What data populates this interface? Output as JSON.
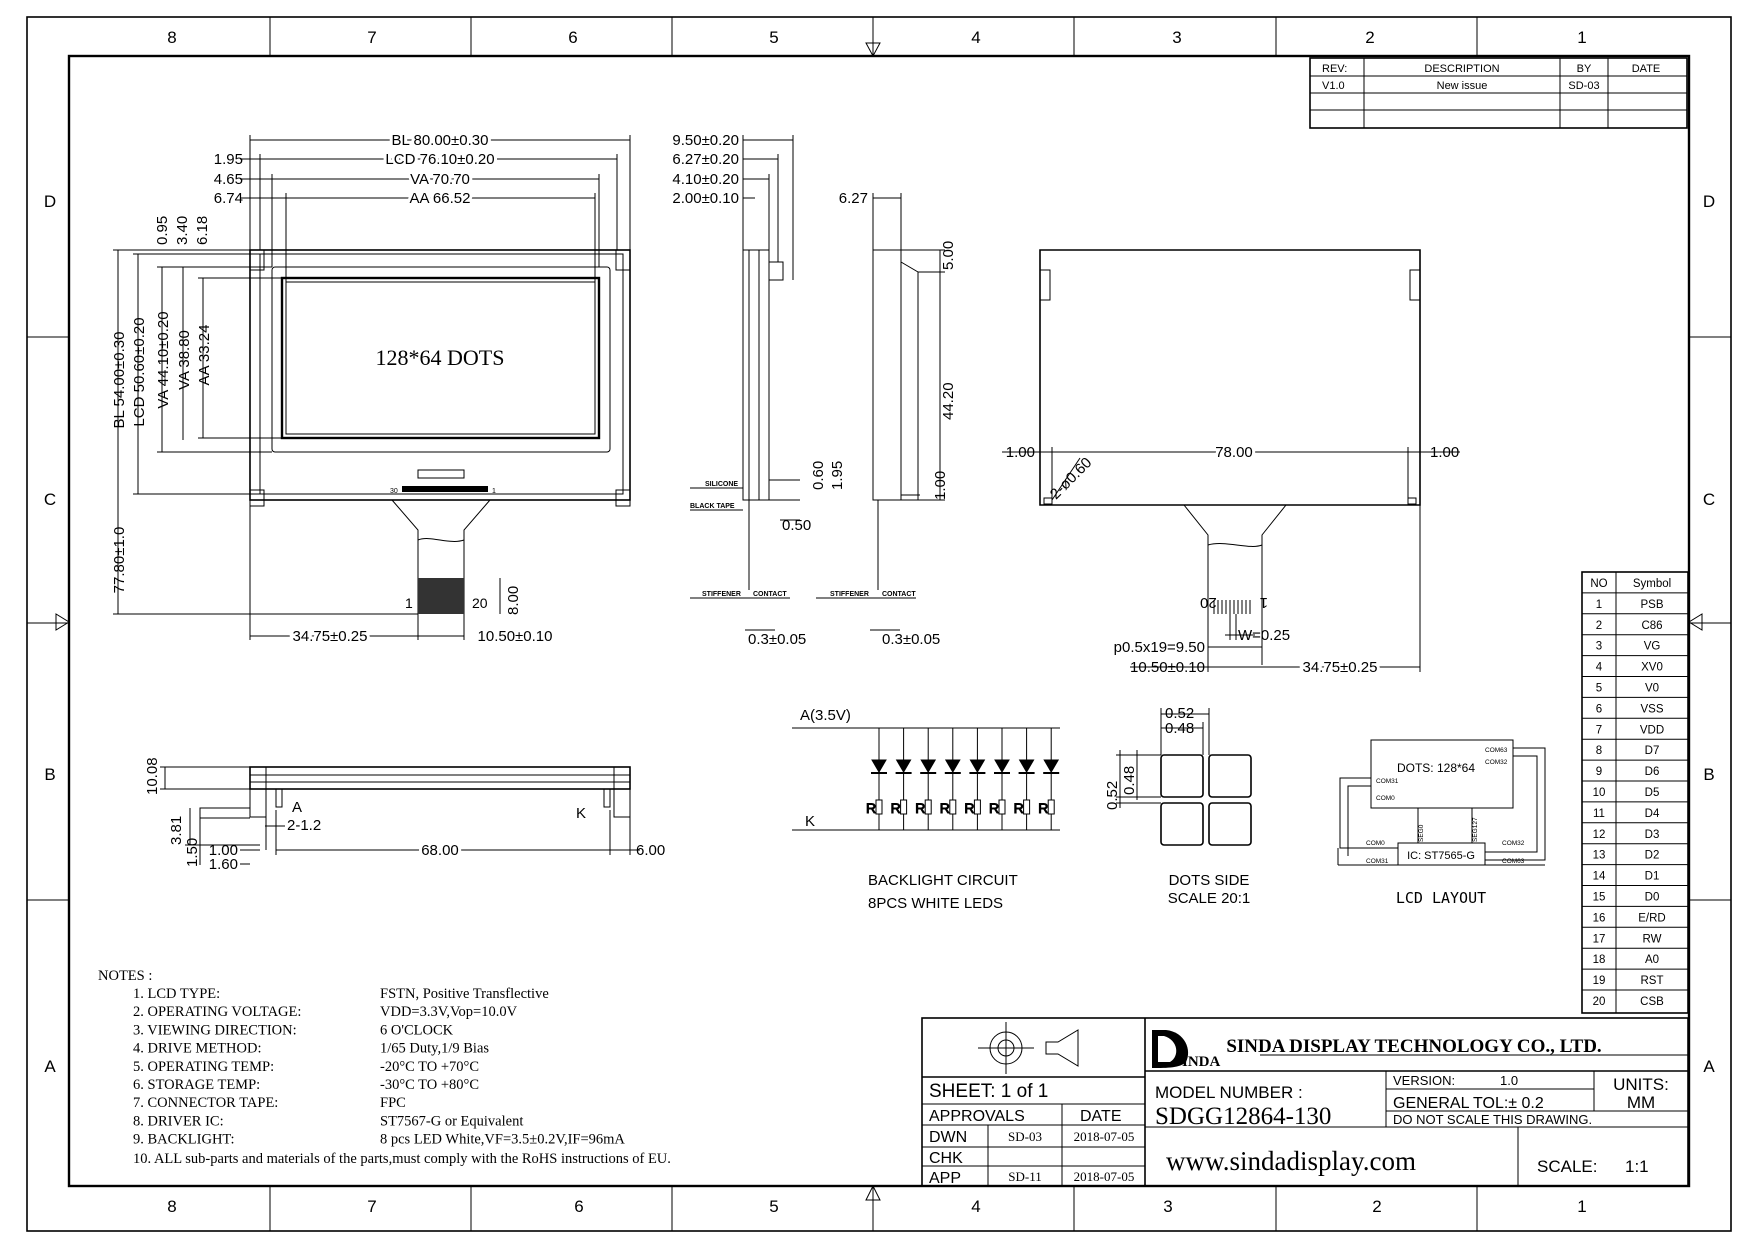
{
  "zones": {
    "cols_left_to_right": [
      "8",
      "7",
      "6",
      "5",
      "4",
      "3",
      "2",
      "1"
    ],
    "rows_top_to_bottom": [
      "D",
      "C",
      "B",
      "A"
    ]
  },
  "revision_table": {
    "headers": [
      "REV:",
      "DESCRIPTION",
      "BY",
      "DATE"
    ],
    "rows": [
      [
        "V1.0",
        "New issue",
        "SD-03",
        ""
      ]
    ]
  },
  "front_view": {
    "bl_w": "BL  80.00±0.30",
    "lcd_w": "LCD  76.10±0.20",
    "va_w": "VA  70.70",
    "aa_w": "AA  66.52",
    "off_195": "1.95",
    "off_465": "4.65",
    "off_674": "6.74",
    "v_095": "0.95",
    "v_340": "3.40",
    "v_618": "6.18",
    "bl_h": "BL  54.00±0.30",
    "lcd_h": "LCD  50.60±0.20",
    "va_h": "VA  44.10±0.20",
    "va2_h": "VA  38.80",
    "aa_h": "AA  33.24",
    "dots": "128*64  DOTS",
    "total_h": "77.80±1.0",
    "pin1": "1",
    "pin20": "20",
    "tail_h": "8.00",
    "tail_left": "34.75±0.25",
    "tail_w": "10.50±0.10"
  },
  "side_view_a": {
    "d1": "9.50±0.20",
    "d2": "6.27±0.20",
    "d3": "4.10±0.20",
    "d4": "2.00±0.10",
    "silicone": "SILICONE",
    "black_tape": "BLACK TAPE",
    "v060": "0.60",
    "v195": "1.95",
    "h050": "0.50",
    "stiffener": "STIFFENER",
    "contact": "CONTACT",
    "thk": "0.3±0.05"
  },
  "side_view_b": {
    "d627": "6.27",
    "v500": "5.00",
    "v4420": "44.20",
    "v100": "1.00",
    "stiffener": "STIFFENER",
    "contact": "CONTACT",
    "thk": "0.3±0.05"
  },
  "back_view": {
    "left": "1.00",
    "hole": "2-ø0.60",
    "mid": "78.00",
    "right": "1.00",
    "pin20": "20",
    "pin1": "1",
    "w": "W=0.25",
    "pitch": "p0.5x19=9.50",
    "fpc_w": "10.50±0.10",
    "fpc_off": "34.75±0.25"
  },
  "bottom_view": {
    "h1008": "10.08",
    "h381": "3.81",
    "h150": "1.50",
    "p2": "2-1.2",
    "a": "A",
    "k": "K",
    "d100": "1.00",
    "d160": "1.60",
    "d6800": "68.00",
    "d600": "6.00"
  },
  "backlight": {
    "anode": "A(3.5V)",
    "cathode": "K",
    "resistor": "R",
    "led_count": 8,
    "title1": "BACKLIGHT  CIRCUIT",
    "title2": "8PCS  WHITE  LEDS"
  },
  "dots_side": {
    "w1": "0.52",
    "w2": "0.48",
    "h1": "0.52",
    "h2": "0.48",
    "title1": "DOTS  SIDE",
    "title2": "SCALE  20:1"
  },
  "lcd_layout": {
    "dots": "DOTS: 128*64",
    "com63": "COM63",
    "com32": "COM32",
    "com31": "COM31",
    "com0": "COM0",
    "seg0": "SEG0",
    "seg127": "SEG127",
    "ic": "IC: ST7565-G",
    "b_com0": "COM0",
    "b_com31": "COM31",
    "b_com32": "COM32",
    "b_com63": "COM63",
    "title": "LCD  LAYOUT"
  },
  "pin_table": {
    "headers": [
      "NO",
      "Symbol"
    ],
    "rows": [
      [
        "1",
        "PSB"
      ],
      [
        "2",
        "C86"
      ],
      [
        "3",
        "VG"
      ],
      [
        "4",
        "XV0"
      ],
      [
        "5",
        "V0"
      ],
      [
        "6",
        "VSS"
      ],
      [
        "7",
        "VDD"
      ],
      [
        "8",
        "D7"
      ],
      [
        "9",
        "D6"
      ],
      [
        "10",
        "D5"
      ],
      [
        "11",
        "D4"
      ],
      [
        "12",
        "D3"
      ],
      [
        "13",
        "D2"
      ],
      [
        "14",
        "D1"
      ],
      [
        "15",
        "D0"
      ],
      [
        "16",
        "E/RD"
      ],
      [
        "17",
        "RW"
      ],
      [
        "18",
        "A0"
      ],
      [
        "19",
        "RST"
      ],
      [
        "20",
        "CSB"
      ]
    ]
  },
  "notes": {
    "title": "NOTES :",
    "items": [
      [
        "1. LCD TYPE:",
        "FSTN, Positive Transflective"
      ],
      [
        "2. OPERATING VOLTAGE:",
        "VDD=3.3V,Vop=10.0V"
      ],
      [
        "3. VIEWING DIRECTION:",
        "6 O'CLOCK"
      ],
      [
        "4. DRIVE METHOD:",
        "1/65 Duty,1/9 Bias"
      ],
      [
        "5. OPERATING TEMP:",
        "-20°C TO +70°C"
      ],
      [
        "6. STORAGE TEMP:",
        "-30°C TO +80°C"
      ],
      [
        "7. CONNECTOR TAPE:",
        "FPC"
      ],
      [
        "8. DRIVER IC:",
        "ST7567-G or Equivalent"
      ],
      [
        "9. BACKLIGHT:",
        "8 pcs LED White,VF=3.5±0.2V,IF=96mA"
      ]
    ],
    "last": "10. ALL sub-parts and materials of the parts,must comply with the RoHS instructions of EU."
  },
  "title_block": {
    "company": "SINDA DISPLAY TECHNOLOGY CO., LTD.",
    "logo_text": "INDA",
    "sheet": "SHEET:  1  of  1",
    "approvals": "APPROVALS",
    "date_h": "DATE",
    "rows": [
      [
        "DWN",
        "SD-03",
        "2018-07-05"
      ],
      [
        "CHK",
        "",
        ""
      ],
      [
        "APP",
        "SD-11",
        "2018-07-05"
      ]
    ],
    "model_label": "MODEL  NUMBER :",
    "model": "SDGG12864-130",
    "version_label": "VERSION:",
    "version": "1.0",
    "units_label": "UNITS:",
    "units": "MM",
    "tol": "GENERAL  TOL:± 0.2",
    "noscale": "DO  NOT  SCALE  THIS  DRAWING.",
    "web": "www.sindadisplay.com",
    "scale_label": "SCALE:",
    "scale": "1:1"
  }
}
